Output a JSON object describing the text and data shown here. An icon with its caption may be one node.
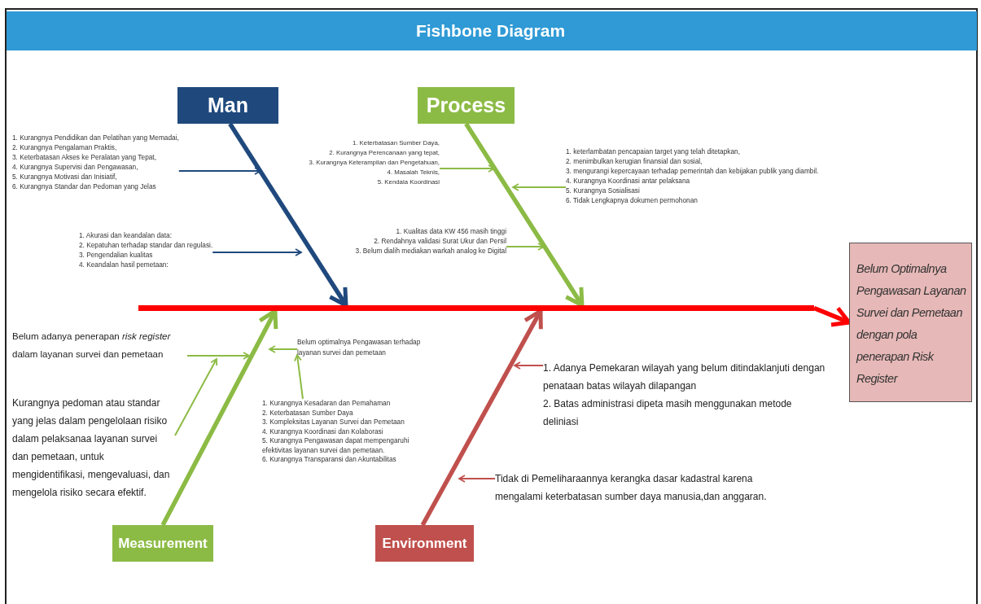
{
  "diagram": {
    "title": "Fishbone Diagram",
    "nodes": [
      {
        "text": [
          "Man"
        ]
      },
      {
        "text": [
          "Process"
        ]
      },
      {
        "text": [
          "Measurement"
        ]
      },
      {
        "text": [
          "Environment"
        ]
      },
      {
        "text": [
          "Belum Optimalnya Pengawasan Layanan Survei dan Pemetaan dengan pola penerapan Risk Register"
        ]
      },
      {
        "text": [
          "1. Kurangnya Pendidikan dan Pelatihan yang Memadai,",
          "2. Kurangnya Pengalaman Praktis,",
          "3. Keterbatasan Akses ke Peralatan yang Tepat,",
          "4. Kurangnya Supervisi dan Pengawasan,",
          "5. Kurangnya Motivasi dan Inisiatif,",
          "6. Kurangnya Standar dan Pedoman yang Jelas"
        ]
      },
      {
        "text": [
          "1. Akurasi dan keandalan data:",
          "2. Kepatuhan terhadap standar dan regulasi.",
          "3. Pengendalian kualitas",
          "4. Keandalan hasil pemetaan:"
        ]
      },
      {
        "text": [
          "1. Keterbatasan Sumber Daya,",
          "2. Kurangnya Perencanaan yang tepat,",
          "3. Kurangnya Keterampilan dan Pengetahuan,",
          "4. Masalah Teknis,",
          "5. Kendala Koordinasi"
        ]
      },
      {
        "text": [
          "1. keterlambatan pencapaian target yang telah ditetapkan,",
          "2. menimbulkan kerugian finansial dan sosial,",
          "3. mengurangi kepercayaan terhadap pemerintah dan kebijakan publik yang diambil.",
          "4. Kurangnya Koordinasi antar pelaksana",
          "5. Kurangnya Sosialisasi",
          "6. Tidak Lengkapnya dokumen permohonan"
        ]
      },
      {
        "text": [
          "1. Kualitas data KW 456 masih tinggi",
          "2. Rendahnya validasi Surat Ukur dan Persil",
          "3. Belum dialih mediakan warkah analog ke Digital"
        ]
      },
      {
        "text": [
          "Belum adanya penerapan *risk register* dalam layanan survei dan pemetaan"
        ]
      },
      {
        "text": [
          "Kurangnya pedoman atau standar yang jelas dalam pengelolaan risiko dalam pelaksanaa layanan survei dan pemetaan, untuk mengidentifikasi, mengevaluasi, dan mengelola risiko secara efektif."
        ]
      },
      {
        "text": [
          "Belum optimalnya Pengawasan terhadap layanan survei dan pemetaan"
        ]
      },
      {
        "text": [
          "1. Kurangnya Kesadaran dan Pemahaman",
          "2. Keterbatasan Sumber Daya",
          "3. Kompleksitas Layanan Survei dan Pemetaan",
          "4. Kurangnya Koordinasi dan Kolaborasi",
          "5. Kurangnya Pengawasan dapat mempengaruhi efektivitas layanan survei dan pemetaan.",
          "6. Kurangnya Transparansi dan Akuntabilitas"
        ]
      },
      {
        "text": [
          "1. Adanya Pemekaran wilayah yang belum ditindaklanjuti dengan penataan batas wilayah dilapangan",
          "2. Batas administrasi dipeta masih menggunakan metode deliniasi"
        ]
      },
      {
        "text": [
          "Tidak di Pemeliharaannya kerangka dasar kadastral karena mengalami keterbatasan sumber daya manusia,dan anggaran."
        ]
      },
      {
        "text": [],
        "shape": "bar"
      }
    ],
    "edges": [
      {
        "from": 16,
        "to": 4,
        "arrow": "to",
        "style": "thick",
        "color": "#ff0000"
      },
      {
        "from": 0,
        "to": 16,
        "arrow": "to",
        "style": "thick",
        "color": "#1f497d"
      },
      {
        "from": 1,
        "to": 16,
        "arrow": "to",
        "style": "thick",
        "color": "#8cbb45"
      },
      {
        "from": 2,
        "to": 16,
        "arrow": "to",
        "style": "thick",
        "color": "#8cbb45"
      },
      {
        "from": 3,
        "to": 16,
        "arrow": "to",
        "style": "thick",
        "color": "#c0504d"
      },
      {
        "from": 5,
        "to": null,
        "arrow": "to",
        "color": "#1f497d"
      },
      {
        "from": 6,
        "to": null,
        "arrow": "to",
        "color": "#1f497d"
      },
      {
        "from": 7,
        "to": null,
        "arrow": "to"
      },
      {
        "from": 8,
        "to": null,
        "arrow": "to"
      },
      {
        "from": 9,
        "to": null,
        "arrow": "to"
      },
      {
        "from": 10,
        "to": null,
        "arrow": "to"
      },
      {
        "from": 11,
        "to": null,
        "arrow": "to"
      },
      {
        "from": 12,
        "to": null,
        "arrow": "to"
      },
      {
        "from": 13,
        "to": 12,
        "arrow": "to"
      },
      {
        "from": 14,
        "to": null,
        "arrow": "to",
        "color": "#c0504d"
      },
      {
        "from": 15,
        "to": null,
        "arrow": "to",
        "color": "#c0504d"
      }
    ]
  }
}
